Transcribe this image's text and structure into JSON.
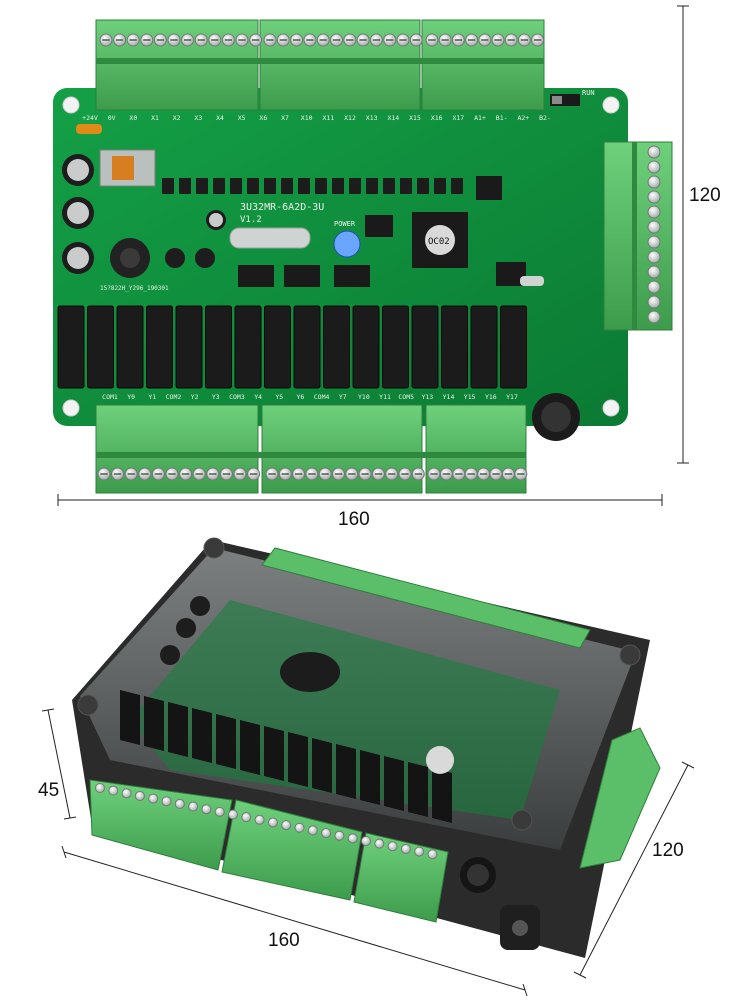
{
  "colors": {
    "pcb": "#0f8a3c",
    "pcb_dark": "#0a6b2d",
    "terminal": "#5bbf6a",
    "terminal_dark": "#3f9e4f",
    "screw": "#cfd6d2",
    "relay": "#1b1b1b",
    "enclosure": "#2a2a2a",
    "cover": "#6a6f70",
    "silk": "#e8f3ea"
  },
  "dimensions": {
    "top_width": "160",
    "top_height": "120",
    "bottom_height": "45",
    "bottom_width": "160",
    "bottom_depth": "120"
  },
  "board": {
    "model": "3U32MR-6A2D-3U",
    "version": "V1.2",
    "power_label": "POWER",
    "run_label": "RUN",
    "mcu_label": "OC02",
    "top_labels": [
      "+24V",
      "0V",
      "X0",
      "X1",
      "X2",
      "X3",
      "X4",
      "X5",
      "X6",
      "X7",
      "X10",
      "X11",
      "X12",
      "X13",
      "X14",
      "X15",
      "X16",
      "X17",
      "A1+",
      "B1-",
      "A2+",
      "B2-"
    ],
    "bottom_labels": [
      "COM1",
      "Y0",
      "Y1",
      "COM2",
      "Y2",
      "Y3",
      "COM3",
      "Y4",
      "Y5",
      "Y6",
      "COM4",
      "Y7",
      "Y10",
      "Y11",
      "COM5",
      "Y13",
      "Y14",
      "Y15",
      "Y16",
      "Y17"
    ],
    "serial_text": "15?822H_Y296_190301"
  }
}
